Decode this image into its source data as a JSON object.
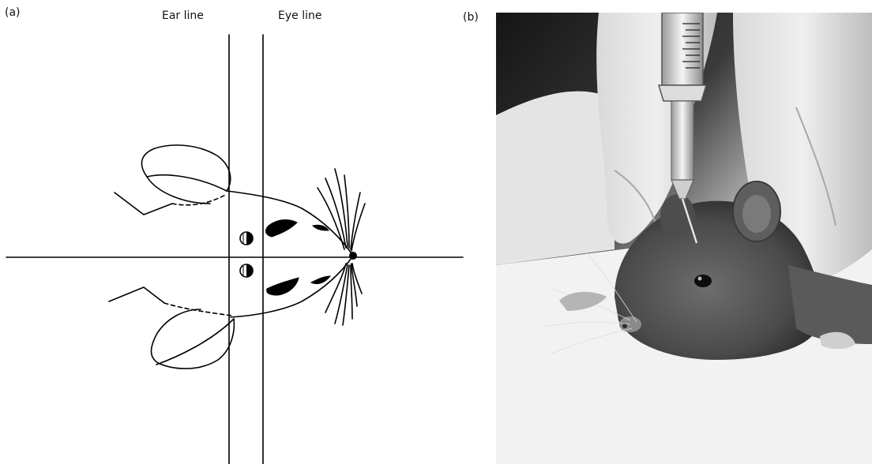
{
  "panel_a": {
    "label": "(a)",
    "ear_line_label": "Ear line",
    "eye_line_label": "Eye line"
  },
  "panel_b": {
    "label": "(b)"
  },
  "colors": {
    "ink": "#000000",
    "photo_bg_dark": "#1c1c1c",
    "photo_bg_light": "#e9e9e9"
  }
}
